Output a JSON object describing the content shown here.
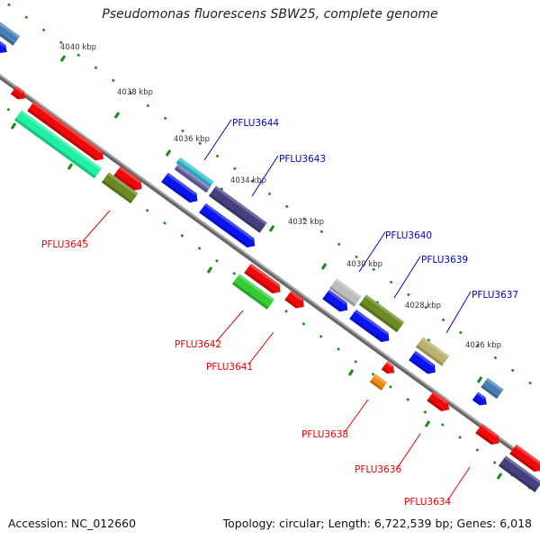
{
  "title": "Pseudomonas fluorescens SBW25, complete genome",
  "footer": {
    "accession": "Accession: NC_012660",
    "summary": "Topology: circular; Length: 6,722,539 bp; Genes: 6,018"
  },
  "colors": {
    "backbone": "#8a8a8a",
    "tick": "#1a8a1a",
    "forward_label": "#0000dd",
    "reverse_label": "#ee0000"
  },
  "ticks": [
    {
      "label": "4040 kbp",
      "kbp": 4040
    },
    {
      "label": "4038 kbp",
      "kbp": 4038
    },
    {
      "label": "4036 kbp",
      "kbp": 4036
    },
    {
      "label": "4034 kbp",
      "kbp": 4034
    },
    {
      "label": "4032 kbp",
      "kbp": 4032
    },
    {
      "label": "4030 kbp",
      "kbp": 4030
    },
    {
      "label": "4028 kbp",
      "kbp": 4028
    },
    {
      "label": "4026 kbp",
      "kbp": 4026
    }
  ],
  "genes": [
    {
      "label": "PFLU3644",
      "strand": "forward"
    },
    {
      "label": "PFLU3643",
      "strand": "forward"
    },
    {
      "label": "PFLU3640",
      "strand": "forward"
    },
    {
      "label": "PFLU3639",
      "strand": "forward"
    },
    {
      "label": "PFLU3637",
      "strand": "forward"
    },
    {
      "label": "PFLU3645",
      "strand": "reverse"
    },
    {
      "label": "PFLU3642",
      "strand": "reverse"
    },
    {
      "label": "PFLU3641",
      "strand": "reverse"
    },
    {
      "label": "PFLU3638",
      "strand": "reverse"
    },
    {
      "label": "PFLU3636",
      "strand": "reverse"
    },
    {
      "label": "PFLU3634",
      "strand": "reverse"
    }
  ]
}
